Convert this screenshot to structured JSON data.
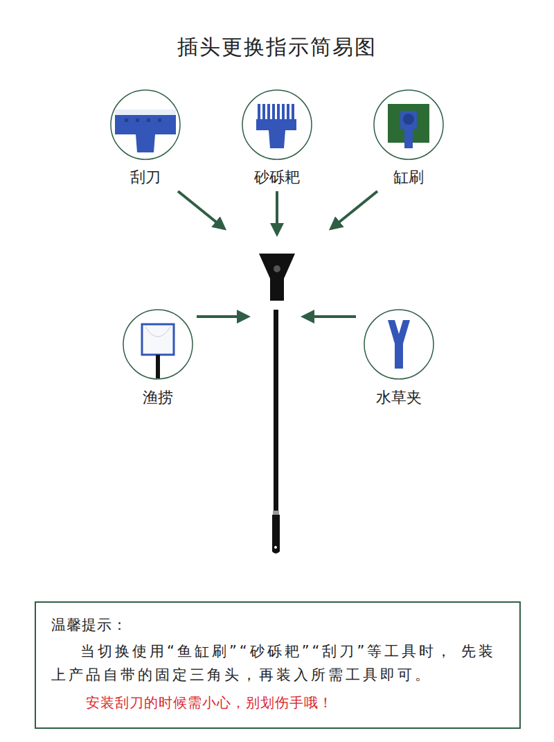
{
  "diagram": {
    "title": "插头更换指示简易图",
    "nodes": [
      {
        "text": [
          "刮刀"
        ]
      },
      {
        "text": [
          "砂砾耙"
        ]
      },
      {
        "text": [
          "缸刷"
        ]
      },
      {
        "text": [
          "渔捞"
        ]
      },
      {
        "text": [
          "水草夹"
        ]
      },
      {
        "text": [
          "温馨提示：",
          "当切换使用“鱼缸刷”“砂砾耙”“刮刀”等工具时， 先装上产品自带的固定三角头，再装入所需工具即可。",
          "安装刮刀的时候需小心，别划伤手哦！"
        ]
      }
    ]
  }
}
